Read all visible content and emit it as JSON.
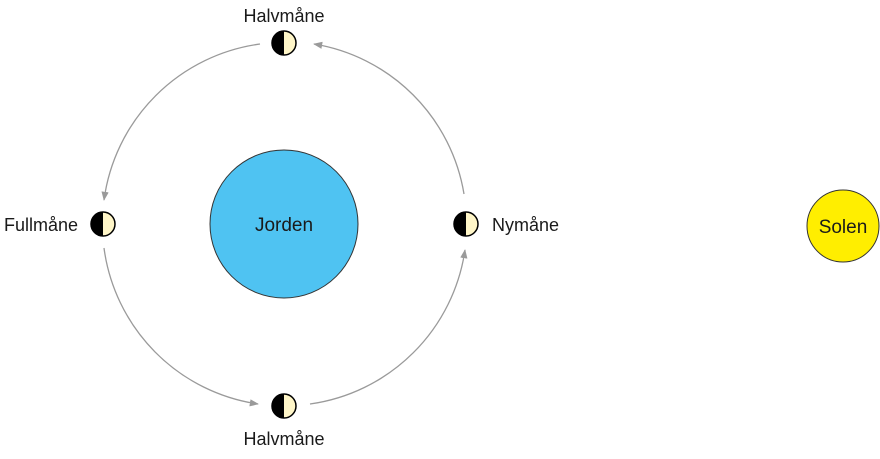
{
  "colors": {
    "earth": "#4fc3f2",
    "sun": "#ffee00",
    "moon_lit": "#fff6c8",
    "moon_dark": "#000000",
    "orbit": "#9a9a9a",
    "outline": "#333333"
  },
  "bodies": {
    "earth": "Jorden",
    "sun": "Solen"
  },
  "phases": {
    "top": "Halvmåne",
    "left": "Fullmåne",
    "right": "Nymåne",
    "bottom": "Halvmåne"
  },
  "icons": {
    "moon": "half-moon-icon",
    "arrow": "orbit-arrow"
  }
}
